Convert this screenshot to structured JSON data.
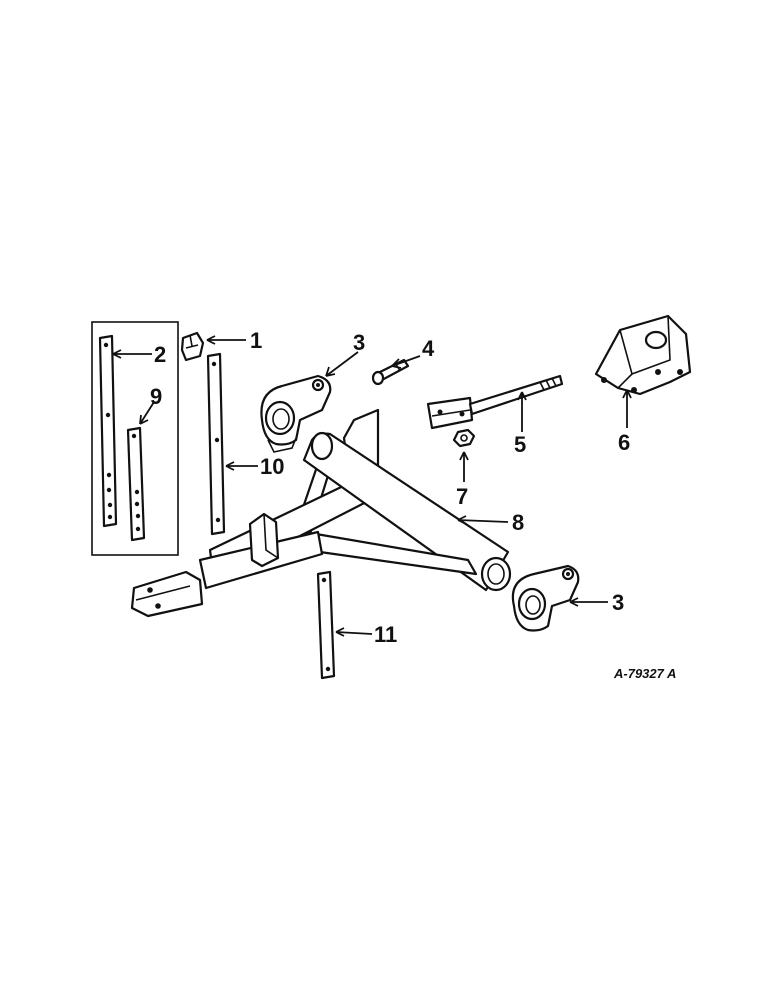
{
  "diagram": {
    "reference_number": "A-79327 A",
    "ink_color": "#111111",
    "background_color": "#ffffff",
    "callouts": [
      {
        "id": "c1",
        "label": "1"
      },
      {
        "id": "c2",
        "label": "2"
      },
      {
        "id": "c3a",
        "label": "3"
      },
      {
        "id": "c4",
        "label": "4"
      },
      {
        "id": "c5",
        "label": "5"
      },
      {
        "id": "c6",
        "label": "6"
      },
      {
        "id": "c7",
        "label": "7"
      },
      {
        "id": "c8",
        "label": "8"
      },
      {
        "id": "c9",
        "label": "9"
      },
      {
        "id": "c10",
        "label": "10"
      },
      {
        "id": "c3b",
        "label": "3"
      },
      {
        "id": "c11",
        "label": "11"
      }
    ]
  }
}
